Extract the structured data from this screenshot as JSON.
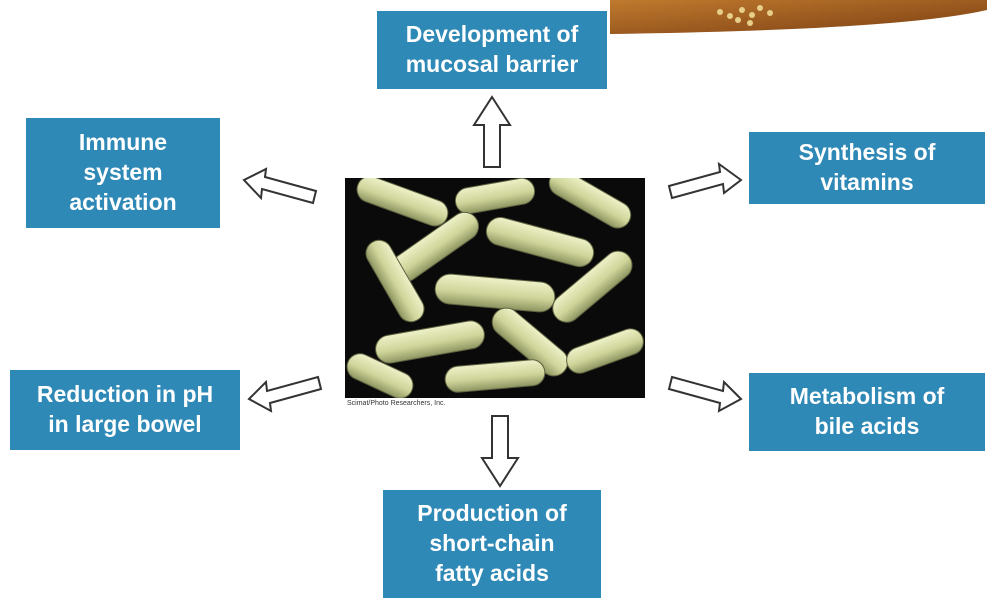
{
  "boxes": {
    "mucosal": "Development of\nmucosal barrier",
    "immune": "Immune\nsystem\nactivation",
    "vitamins": "Synthesis of\nvitamins",
    "ph": "Reduction in pH\nin large bowel",
    "bile": "Metabolism of\nbile acids",
    "scfa": "Production of\nshort-chain\nfatty acids"
  },
  "photo_credit": "Scimat/Photo Researchers, Inc.",
  "colors": {
    "box_fill": "#2f89b6",
    "box_text": "#ffffff",
    "arrow_stroke": "#333333",
    "arrow_fill": "#ffffff",
    "photo_bg": "#0a0a0a",
    "bacteria": "#d6dca8"
  }
}
